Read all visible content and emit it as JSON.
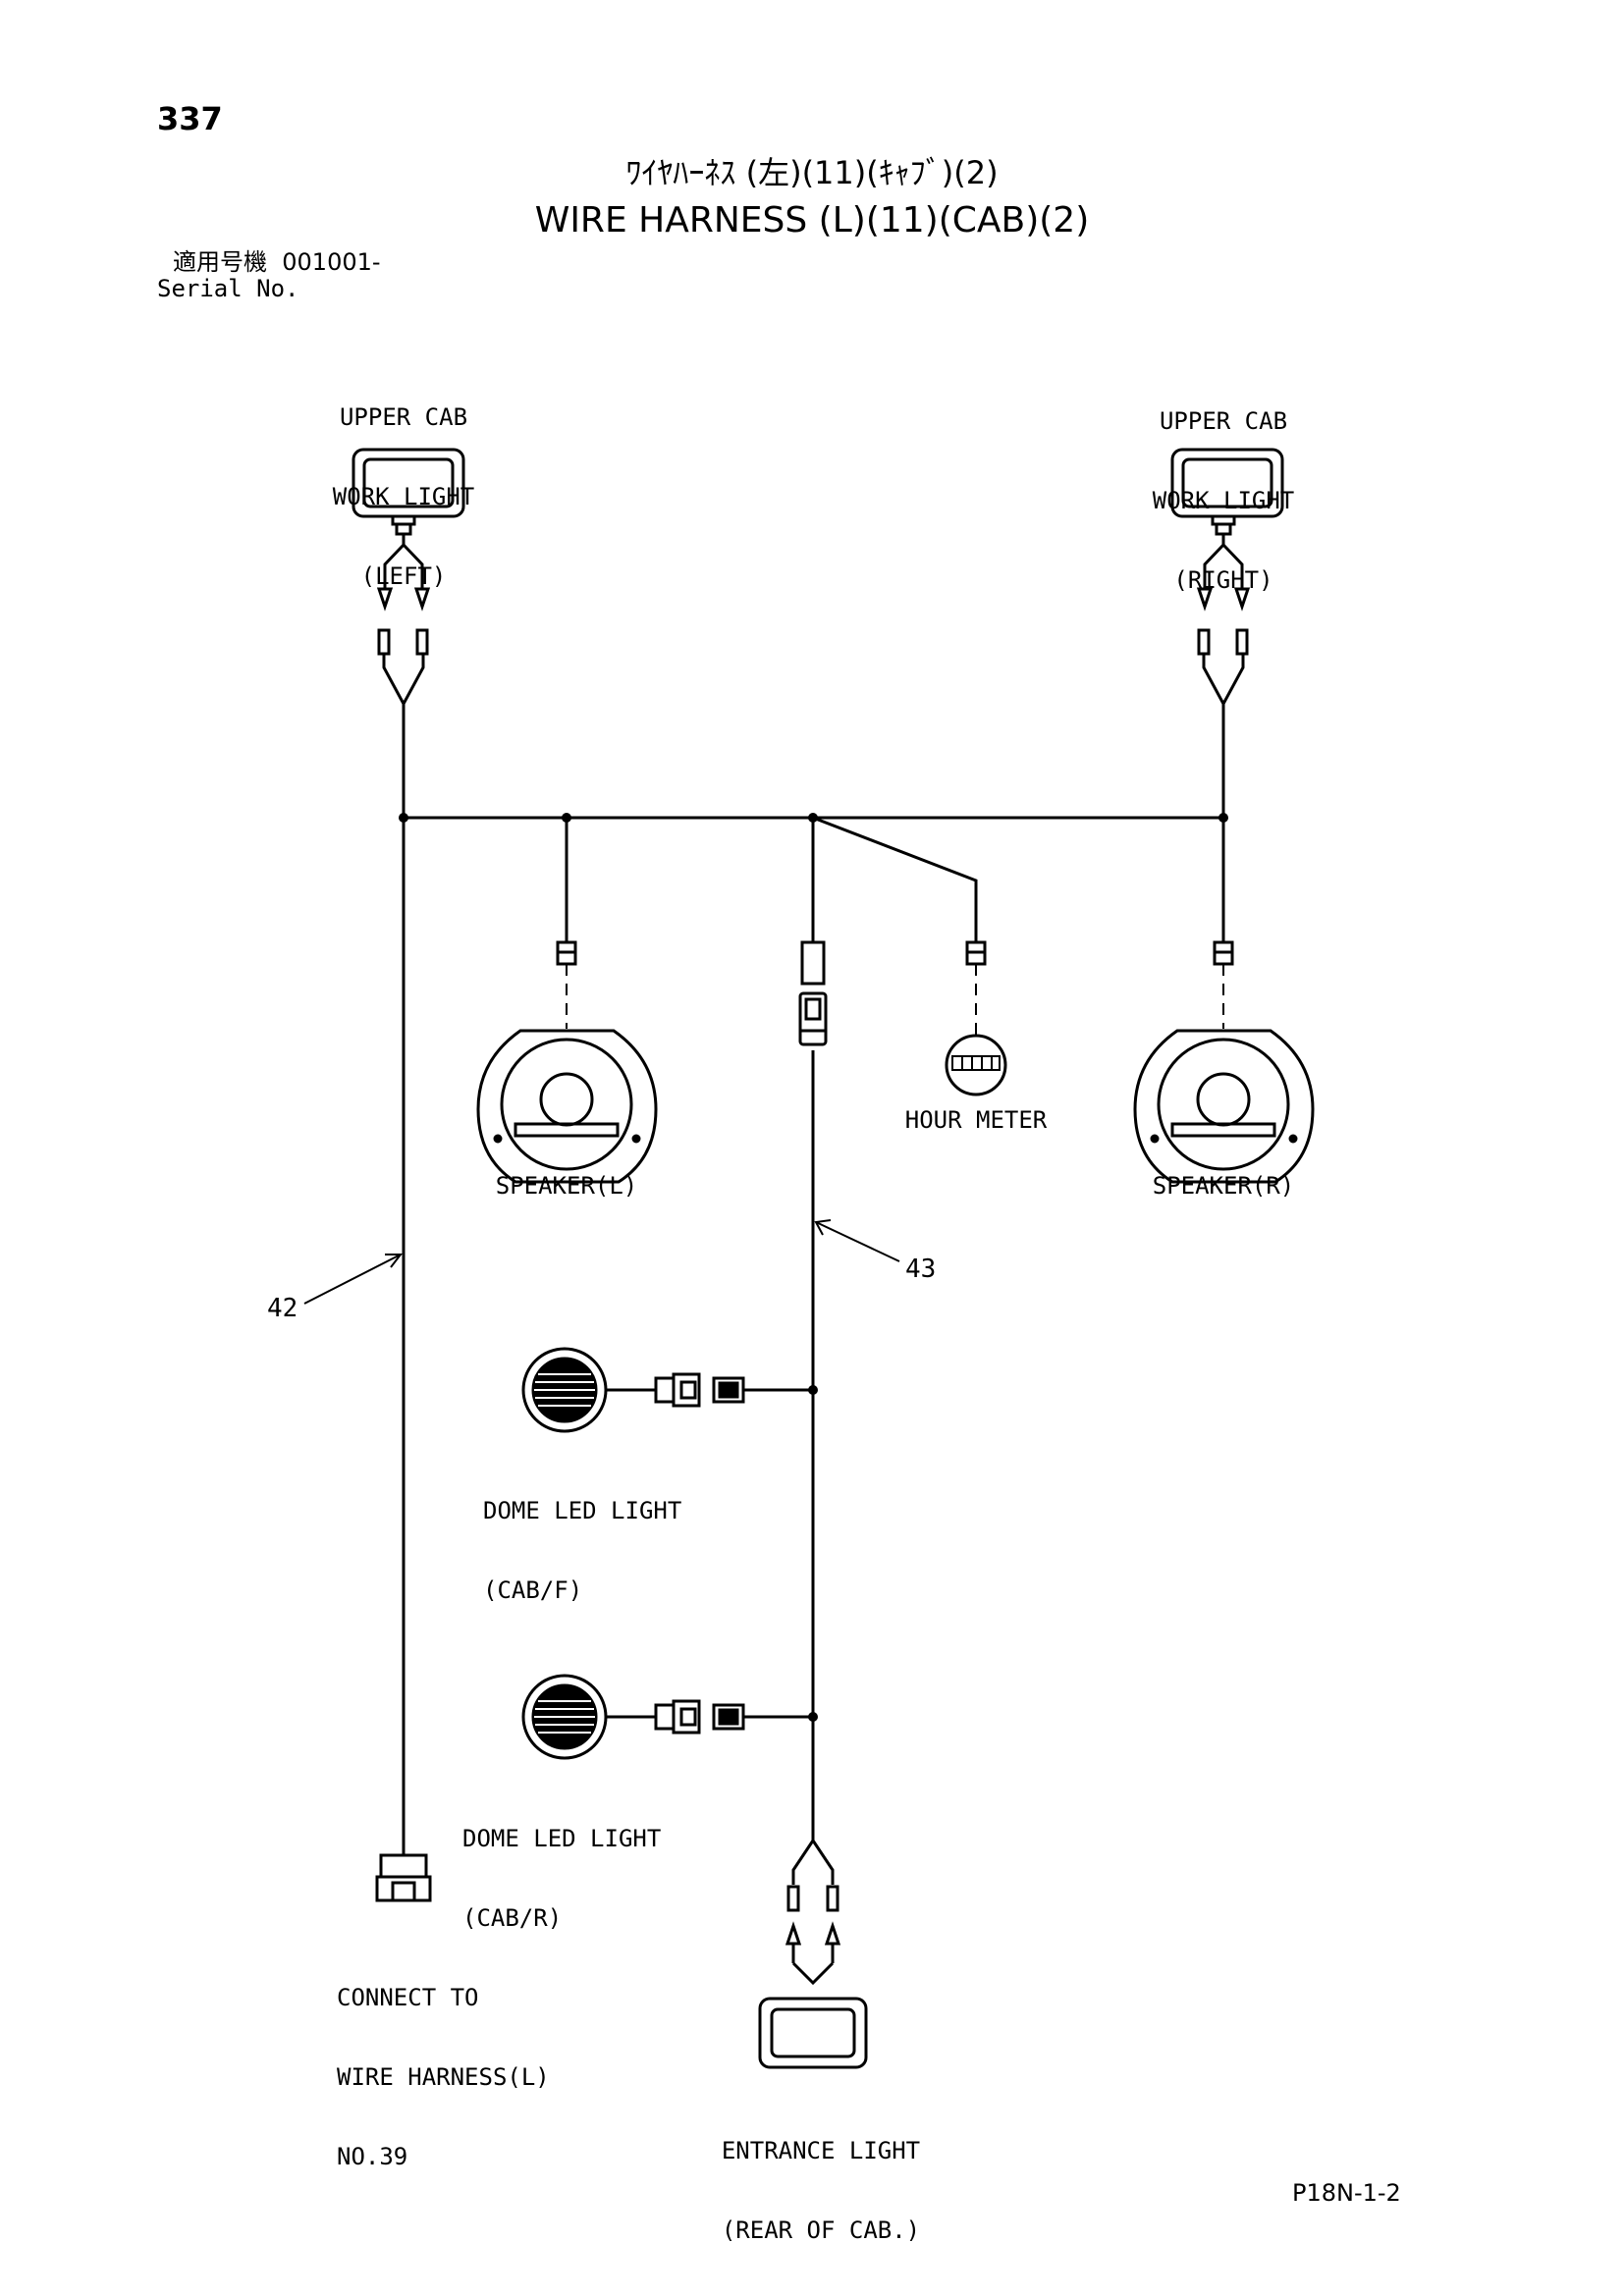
{
  "header": {
    "page_number": "337",
    "title_jp": "ﾜｲﾔﾊｰﾈｽ (左)(11)(ｷｬﾌﾞ)(2)",
    "title_en": "WIRE HARNESS (L)(11)(CAB)(2)",
    "serial_label_jp": "適用号機",
    "serial_value": "001001-",
    "serial_label_en": "Serial No."
  },
  "components": {
    "work_light_left": [
      "UPPER CAB",
      "WORK LIGHT",
      "(LEFT)"
    ],
    "work_light_right": [
      "UPPER CAB",
      "WORK LIGHT",
      "(RIGHT)"
    ],
    "speaker_left": "SPEAKER(L)",
    "speaker_right": "SPEAKER(R)",
    "hour_meter": "HOUR METER",
    "dome_light_front": [
      "DOME LED LIGHT",
      "(CAB/F)"
    ],
    "dome_light_rear": [
      "DOME LED LIGHT",
      "(CAB/R)"
    ],
    "connect_to": [
      "CONNECT TO",
      "WIRE HARNESS(L)",
      "NO.39"
    ],
    "entrance_light": [
      "ENTRANCE LIGHT",
      "(REAR OF CAB.)"
    ]
  },
  "callouts": {
    "part_42": "42",
    "part_43": "43"
  },
  "footer": {
    "doc_code": "P18N-1-2"
  }
}
